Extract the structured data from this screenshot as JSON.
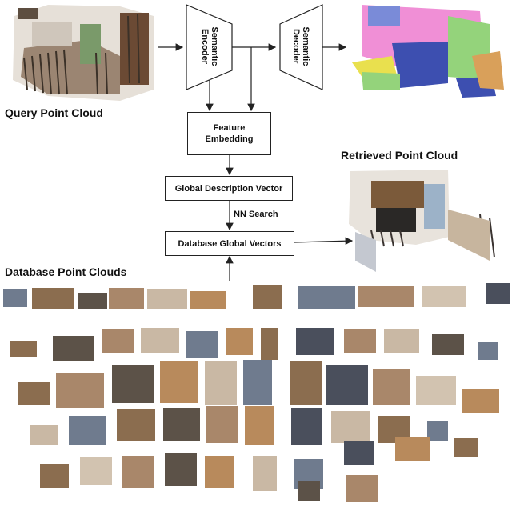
{
  "labels": {
    "query_point_cloud": "Query Point Cloud",
    "semantic_encoder": "Semantic\nEncoder",
    "semantic_decoder": "Semantic\nDecoder",
    "feature_embedding": "Feature\nEmbedding",
    "global_description_vector": "Global Description Vector",
    "nn_search": "NN Search",
    "database_global_vectors": "Database Global Vectors",
    "retrieved_point_cloud": "Retrieved Point Cloud",
    "database_point_clouds": "Database Point Clouds"
  },
  "colors": {
    "query_cloud": "#6b5a48",
    "segmentation": [
      "#f08fd6",
      "#3d4fb0",
      "#94d37b",
      "#e9e04e",
      "#d9a05a",
      "#7a8bd8"
    ],
    "retrieved_cloud": "#7a6a58",
    "database_clouds": [
      "#8b6d4f",
      "#a9876a",
      "#5c5248",
      "#c9b8a4",
      "#6f7b8e",
      "#b88a5c",
      "#4a4f5c",
      "#d2c3b0"
    ]
  }
}
